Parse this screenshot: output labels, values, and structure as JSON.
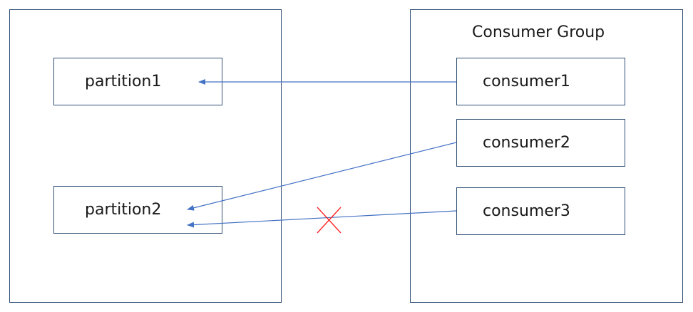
{
  "left_container": {},
  "consumer_group": {
    "title": "Consumer Group",
    "consumers": [
      "consumer1",
      "consumer2",
      "consumer3"
    ]
  },
  "partitions": [
    "partition1",
    "partition2"
  ],
  "connections": [
    {
      "from": "consumer1",
      "to": "partition1",
      "status": "active"
    },
    {
      "from": "consumer2",
      "to": "partition2",
      "status": "active"
    },
    {
      "from": "consumer3",
      "to": "partition2",
      "status": "blocked"
    }
  ],
  "colors": {
    "border": "#2f4f73",
    "arrow": "#4472c4",
    "blocked_mark": "#ff2020"
  }
}
